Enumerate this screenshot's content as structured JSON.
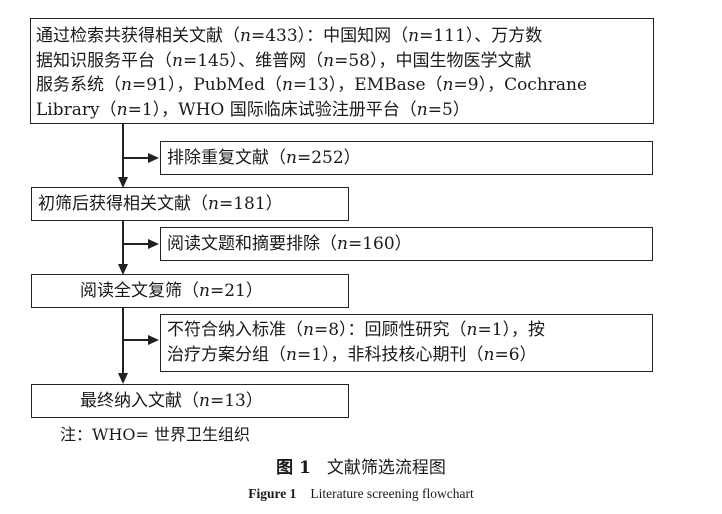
{
  "boxes": {
    "records_identified": {
      "lines": [
        "通过检索共获得相关文献（n=433）：中国知网（n=111）、万方数",
        "据知识服务平台（n=145）、维普网（n=58），中国生物医学文献",
        "服务系统（n=91），PubMed（n=13），EMBase（n=9），Cochrane",
        "Library（n=1），WHO 国际临床试验注册平台（n=5）"
      ]
    },
    "duplicates_removed": {
      "text": "排除重复文献（n=252）"
    },
    "after_screening": {
      "text": "初筛后获得相关文献（n=181）"
    },
    "title_abstract_excluded": {
      "text": "阅读文题和摘要排除（n=160）"
    },
    "full_text_review": {
      "text": "阅读全文复筛（n=21）"
    },
    "full_text_excluded": {
      "lines": [
        "不符合纳入标准（n=8）：回顾性研究（n=1），按",
        "治疗方案分组（n=1），非科技核心期刊（n=6）"
      ]
    },
    "final_included": {
      "text": "最终纳入文献（n=13）"
    }
  },
  "note": "注：WHO= 世界卫生组织",
  "caption": {
    "cn_label": "图 1",
    "cn_title": "文献筛选流程图",
    "en_label": "Figure 1",
    "en_title": "Literature screening flowchart"
  }
}
